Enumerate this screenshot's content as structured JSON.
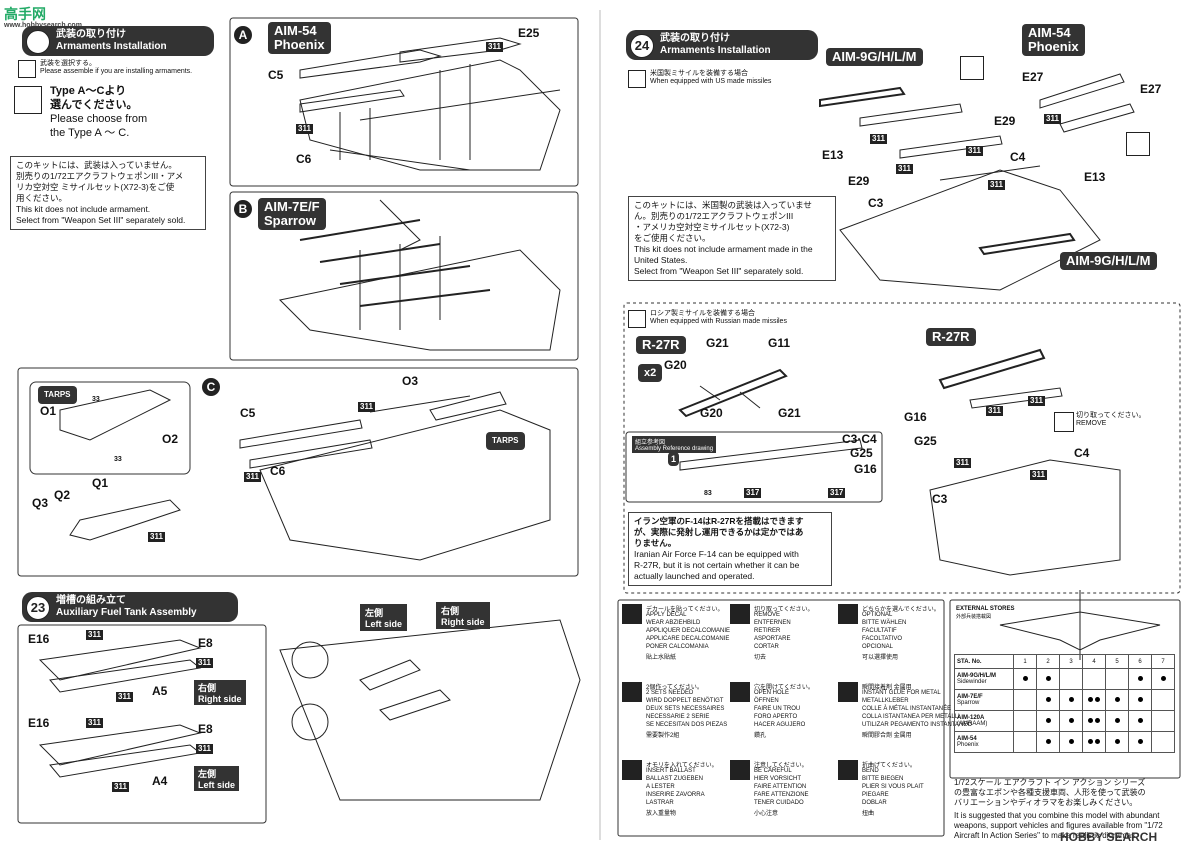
{
  "watermark_top": {
    "cn": "高手网",
    "en": "www.hobbysearch.com"
  },
  "left_page": {
    "header": {
      "num": "",
      "jp": "武装の取り付け",
      "en": "Armaments Installation"
    },
    "sub_jp": "武装を選択する。",
    "sub_en": "Please assemble if you are installing armaments.",
    "type_note": {
      "l1": "Type A～Cより",
      "l2": "選んでください。",
      "l3": "Please choose from",
      "l4": "the Type A ～ C."
    },
    "warn_box": {
      "l1": "このキットには、武装は入っていません。",
      "l2": "別売りの1/72エアクラフトウェポンIII・アメ",
      "l3": "リカ空対空 ミサイルセット(X72-3)をご使",
      "l4": "用ください。",
      "l5": "This kit does not include armament.",
      "l6": "Select from \"Weapon Set III\" separately sold."
    },
    "A": {
      "letter": "A",
      "tag1": "AIM-54",
      "tag2": "Phoenix",
      "c5": "C5",
      "c6": "C6",
      "e25": "E25",
      "p311": "311"
    },
    "B": {
      "letter": "B",
      "tag1": "AIM-7E/F",
      "tag2": "Sparrow"
    },
    "C": {
      "letter": "C",
      "tarps": "TARPS",
      "o1": "O1",
      "o2": "O2",
      "o3": "O3",
      "n33": "33",
      "q1": "Q1",
      "q2": "Q2",
      "q3": "Q3",
      "c5": "C5",
      "c6": "C6",
      "p311": "311"
    },
    "step23": {
      "num": "23",
      "jp": "増槽の組み立て",
      "en": "Auxiliary Fuel Tank Assembly",
      "e16": "E16",
      "e8": "E8",
      "a5": "A5",
      "a4": "A4",
      "right_jp": "右側",
      "right_en": "Right side",
      "left_jp": "左側",
      "left_en": "Left side",
      "p311": "311"
    }
  },
  "right_page": {
    "header": {
      "num": "24",
      "jp": "武装の取り付け",
      "en": "Armaments Installation"
    },
    "us_jp": "米国製ミサイルを装備する場合",
    "us_en": "When equipped with US made missiles",
    "aim9": "AIM-9G/H/L/M",
    "aim54_1": "AIM-54",
    "aim54_2": "Phoenix",
    "labels": {
      "e27": "E27",
      "e29": "E29",
      "e13": "E13",
      "c3": "C3",
      "c4": "C4",
      "p311": "311"
    },
    "warn_box": {
      "l1": "このキットには、米国製の武装は入っていませ",
      "l2": "ん。別売りの1/72エアクラフトウェポンIII",
      "l3": "・アメリカ空対空ミサイルセット(X72-3)",
      "l4": "をご使用ください。",
      "l5": "This kit does not include armament made in the",
      "l6": "United States.",
      "l7": "Select from \"Weapon Set III\" separately sold."
    },
    "ru_jp": "ロシア製ミサイルを装備する場合",
    "ru_en": "When equipped with Russian made missiles",
    "r27r": "R-27R",
    "x2": "x2",
    "g": {
      "g21": "G21",
      "g11": "G11",
      "g20": "G20",
      "g16": "G16",
      "g25": "G25",
      "c3c4": "C3·C4",
      "n83": "83",
      "n317": "317",
      "n1": "1"
    },
    "ref": {
      "jp": "組立参考図",
      "en": "Assembly Reference drawing"
    },
    "cut": {
      "jp": "切り取ってください。",
      "en": "REMOVE"
    },
    "iran": {
      "l1": "イラン空軍のF-14はR-27Rを搭載はできます",
      "l2": "が、実際に発射し運用できるかは定かではあ",
      "l3": "りません。",
      "l4": "Iranian Air Force F-14 can be equipped with",
      "l5": "R-27R, but it is not certain whether it can be",
      "l6": "actually launched and operated."
    },
    "legend": [
      [
        "デカールを貼ってください。",
        "APPLY DECAL",
        "WEAR ABZIEHBILD",
        "APPLIQUER DECALCOMANIE",
        "APPLICARE DECALCOMANIE",
        "PONER CALCOMANIA",
        "貼上水貼紙"
      ],
      [
        "2個作ってください。",
        "2 SETS NEEDED",
        "WIRD DOPPELT BENÖTIGT",
        "DEUX SETS NECESSAIRES",
        "NECESSARIE 2 SERIE",
        "SE NECESITAN DOS PIEZAS",
        "需要製作2組"
      ],
      [
        "オモリを入れてください。",
        "INSERT BALLAST",
        "BALLAST ZUGEBEN",
        "A LESTER",
        "INSERIRE ZAVORRA",
        "LASTRAR",
        "放入重量物"
      ],
      [
        "切り取ってください。",
        "REMOVE",
        "ENTFERNEN",
        "RETIRER",
        "ASPORTARE",
        "CORTAR",
        "切去"
      ],
      [
        "穴を開けてください。",
        "OPEN HOLE",
        "ÖFFNEN",
        "FAIRE UN TROU",
        "FORO APERTO",
        "HACER AGUJERO",
        "鑽孔"
      ],
      [
        "注意してください。",
        "BE CAREFUL",
        "HIER VORSICHT",
        "FAIRE ATTENTION",
        "FARE ATTENZIONE",
        "TENER CUIDADO",
        "小心注意"
      ],
      [
        "どちらかを選んでください。",
        "OPTIONAL",
        "BITTE WÄHLEN",
        "FACULTATIF",
        "FACOLTATIVO",
        "OPCIONAL",
        "可以選擇使用"
      ],
      [
        "瞬間接着剤 金属用",
        "INSTANT GLUE FOR METAL",
        "METALLKLEBER",
        "COLLE À MÉTAL INSTANTANÉE",
        "COLLA ISTANTANEA PER METALLI",
        "UTILIZAR PEGAMENTO INSTANTANEO",
        "瞬間膠合劑 金属用"
      ],
      [
        "折曲げてください。",
        "BEND",
        "BITTE BIEGEN",
        "PLIER SI VOUS PLAIT",
        "PIEGARE",
        "DOBLAR",
        "扭曲"
      ]
    ],
    "ext": {
      "title": "EXTERNAL STORES",
      "sub": "外部兵装搭載図",
      "sta": "STA. No.",
      "stations": [
        "1",
        "2",
        "3",
        "4",
        "5",
        "6",
        "7"
      ],
      "rows": [
        {
          "n1": "AIM-9G/H/L/M",
          "n2": "Sidewinder",
          "d": [
            1,
            1,
            0,
            0,
            0,
            1,
            1
          ]
        },
        {
          "n1": "AIM-7E/F",
          "n2": "Sparrow",
          "d": [
            0,
            1,
            1,
            2,
            1,
            1,
            0
          ]
        },
        {
          "n1": "AIM-120A",
          "n2": "(AMRAAM)",
          "d": [
            0,
            1,
            1,
            2,
            1,
            1,
            0
          ]
        },
        {
          "n1": "AIM-54",
          "n2": "Phoenix",
          "d": [
            0,
            1,
            1,
            2,
            1,
            1,
            0
          ]
        }
      ]
    },
    "series": {
      "l1": "1/72スケール エアクラフト イン アクション シリーズ",
      "l2": "の豊富なエポンや各種支援車両、人形を使って武装の",
      "l3": "バリエーションやディオラマをお楽しみください。",
      "l4": "It is suggested that you combine this model with abundant",
      "l5": "weapons, support vehicles and figures available from \"1/72",
      "l6": "Aircraft In Action Series\" to make realistic dioramas."
    },
    "brand": "HOBBY SEARCH"
  }
}
